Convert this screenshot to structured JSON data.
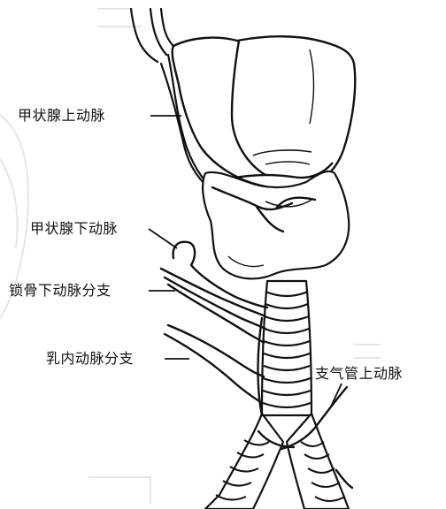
{
  "labels": {
    "superior_thyroid_artery": "甲状腺上动脉",
    "inferior_thyroid_artery": "甲状腺下动脉",
    "subclavian_branch": "锁骨下动脉分支",
    "internal_mammary_branch": "乳内动脉分支",
    "bronchial_artery": "支气管上动脉"
  },
  "colors": {
    "line": "#111111",
    "background": "#ffffff",
    "faint_watermark": "#e4e4e4"
  }
}
